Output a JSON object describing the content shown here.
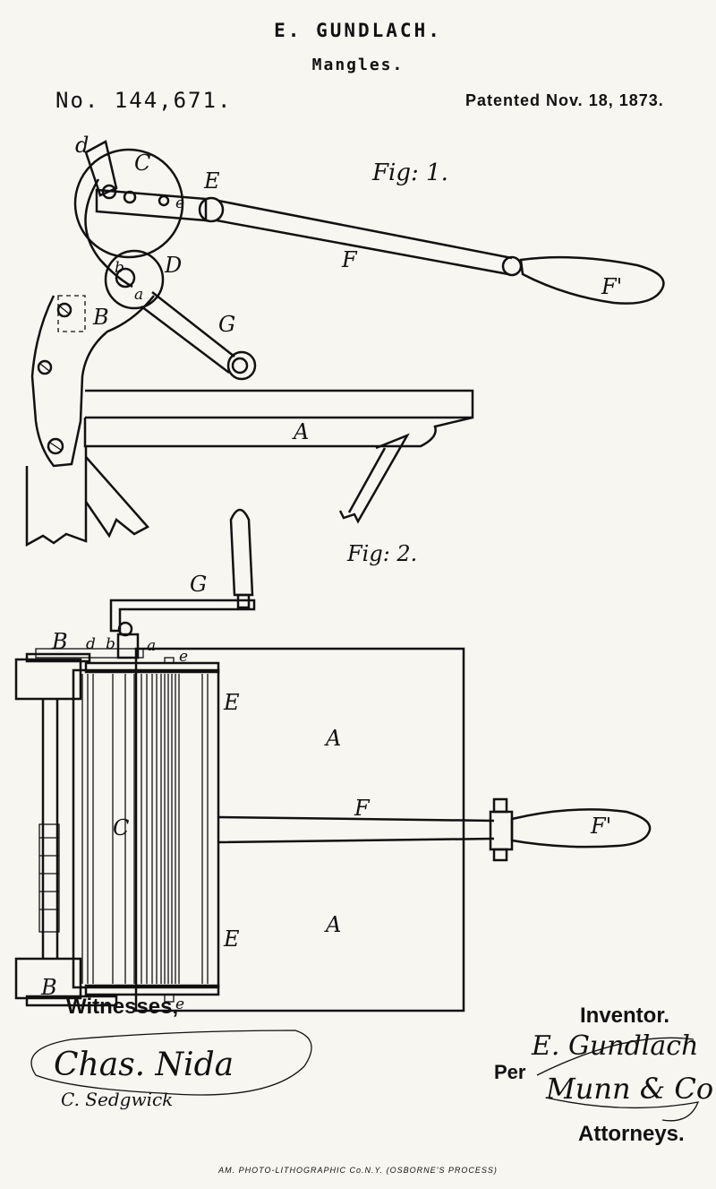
{
  "header": {
    "inventor": "E. GUNDLACH.",
    "subject": "Mangles.",
    "patent_number": "No. 144,671.",
    "patent_date": "Patented Nov. 18, 1873."
  },
  "figures": {
    "fig1_label": "Fig: 1.",
    "fig2_label": "Fig: 2."
  },
  "fig1_labels": [
    "d",
    "C",
    "E",
    "e",
    "F",
    "F'",
    "b",
    "D",
    "a",
    "B",
    "G",
    "A"
  ],
  "fig2_labels": [
    "G",
    "B",
    "d",
    "b",
    "a",
    "e",
    "E",
    "A",
    "F",
    "C",
    "F'",
    "A",
    "E",
    "B",
    "e"
  ],
  "footer": {
    "witnesses": "Witnesses,",
    "witness1": "Chas. Nida",
    "witness2": "C. Sedgwick",
    "inventor_label": "Inventor.",
    "inventor_signature": "E. Gundlach",
    "per": "Per",
    "attorney_signature": "Munn & Co",
    "attorneys_label": "Attorneys.",
    "printer": "AM. PHOTO-LITHOGRAPHIC Co.N.Y. (OSBORNE'S PROCESS)"
  }
}
